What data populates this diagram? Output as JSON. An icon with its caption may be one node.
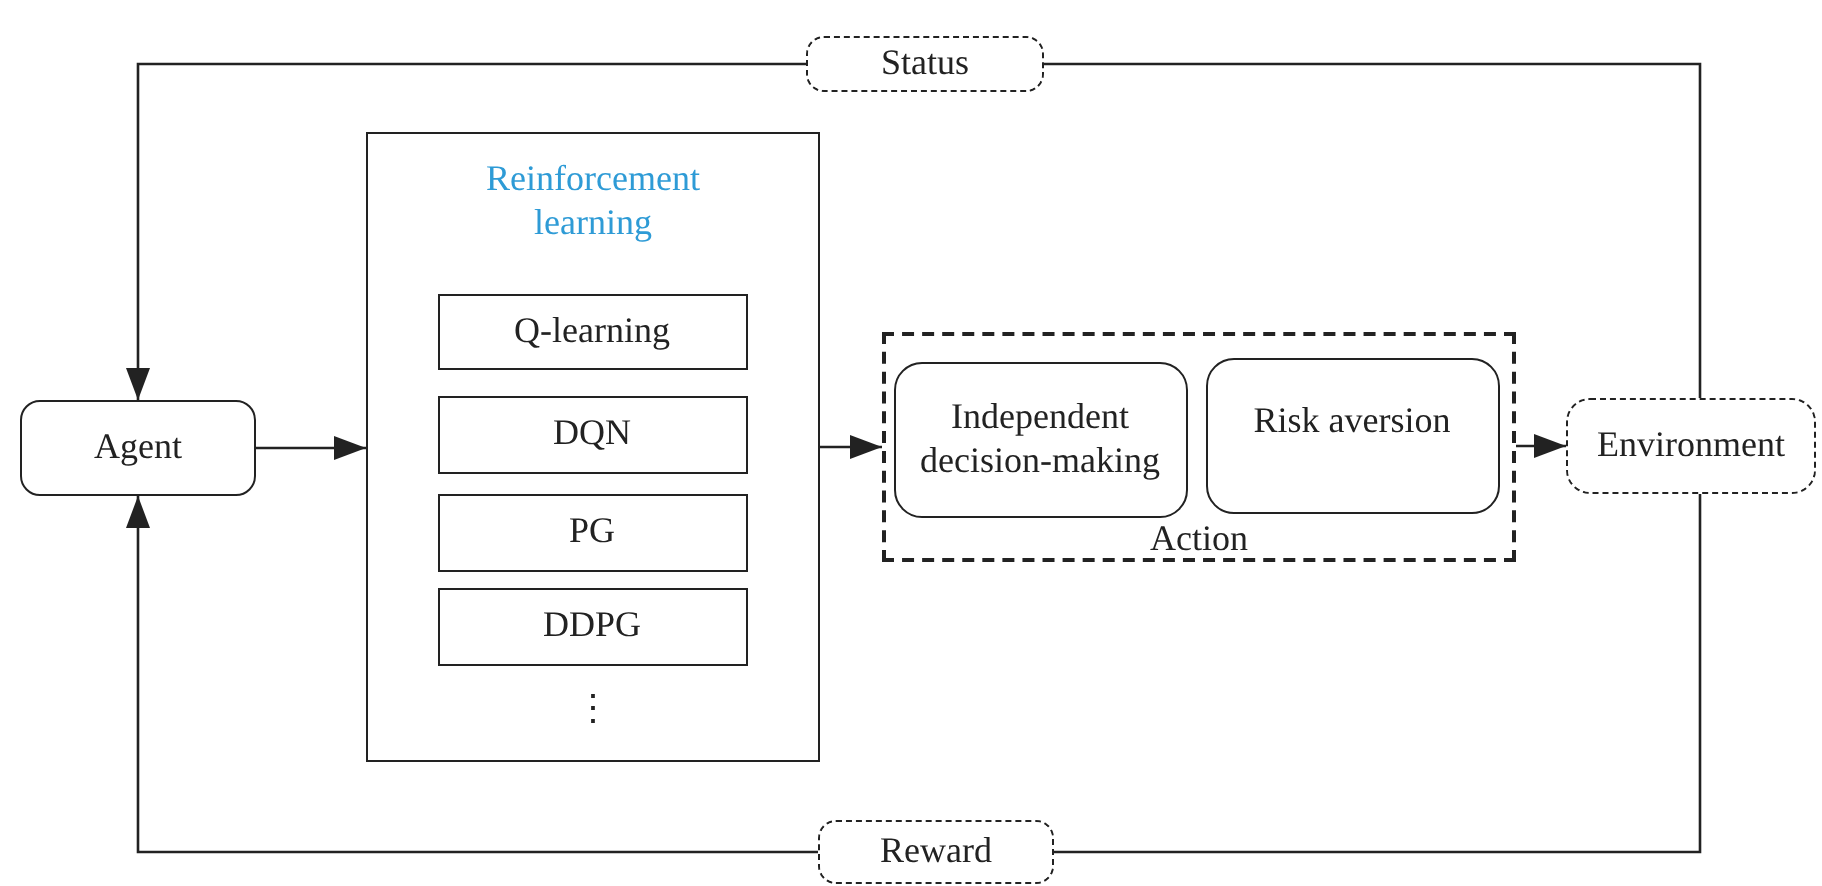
{
  "diagram": {
    "nodes": [
      {
        "text": [
          "Agent"
        ]
      },
      {
        "text": [
          "Reinforcement learning",
          "⋮"
        ]
      },
      {
        "text": [
          "Q-learning"
        ],
        "in": 1
      },
      {
        "text": [
          "DQN"
        ],
        "in": 1
      },
      {
        "text": [
          "PG"
        ],
        "in": 1
      },
      {
        "text": [
          "DDPG"
        ],
        "in": 1
      },
      {
        "text": [
          "Action"
        ]
      },
      {
        "text": [
          "Independent decision-making"
        ],
        "in": 6
      },
      {
        "text": [
          "Risk aversion"
        ],
        "in": 6
      },
      {
        "text": [
          "Environment"
        ]
      },
      {
        "text": [
          "Status"
        ]
      },
      {
        "text": [
          "Reward"
        ]
      }
    ],
    "edges": [
      {
        "from": 0,
        "to": 1,
        "arrow": "to"
      },
      {
        "from": 1,
        "to": 6,
        "arrow": "to"
      },
      {
        "from": 6,
        "to": 9,
        "arrow": "to"
      },
      {
        "from": 9,
        "to": 10,
        "arrow": "none"
      },
      {
        "from": 10,
        "to": 0,
        "arrow": "to"
      },
      {
        "from": 9,
        "to": 11,
        "arrow": "none"
      },
      {
        "from": 11,
        "to": 0,
        "arrow": "to"
      }
    ]
  }
}
